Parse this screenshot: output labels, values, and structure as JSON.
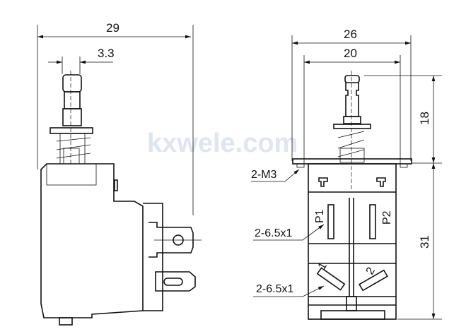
{
  "watermark": "kxwele.com",
  "side_view": {
    "dim_overall_width": "29",
    "dim_plunger_width": "3.3"
  },
  "front_view": {
    "dim_plate_width": "26",
    "dim_body_width": "20",
    "dim_plunger_height": "18",
    "dim_body_height": "31",
    "label_mounting": "2-M3",
    "label_terminals_p": "2-6.5x1",
    "label_terminals_n": "2-6.5x1",
    "pin_p1": "P1",
    "pin_p2": "P2",
    "pin_1": "1",
    "pin_2": "2"
  }
}
